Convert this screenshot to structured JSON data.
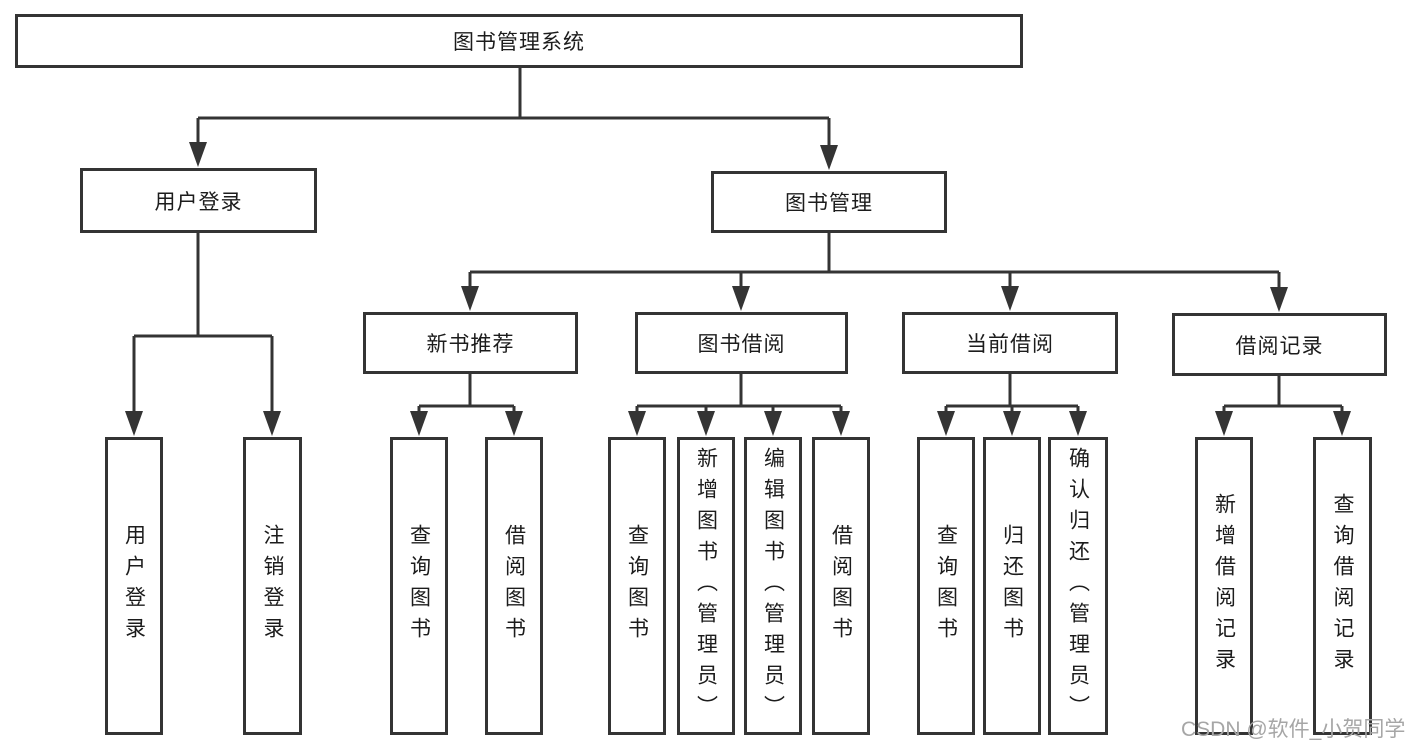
{
  "tree": {
    "root": {
      "label": "图书管理系统"
    },
    "branches": [
      {
        "label": "用户登录",
        "children": [
          {
            "label": "用户登录"
          },
          {
            "label": "注销登录"
          }
        ]
      },
      {
        "label": "图书管理",
        "children": [
          {
            "label": "新书推荐",
            "children": [
              {
                "label": "查询图书"
              },
              {
                "label": "借阅图书"
              }
            ]
          },
          {
            "label": "图书借阅",
            "children": [
              {
                "label": "查询图书"
              },
              {
                "label": "新增图书（管理员）"
              },
              {
                "label": "编辑图书（管理员）"
              },
              {
                "label": "借阅图书"
              }
            ]
          },
          {
            "label": "当前借阅",
            "children": [
              {
                "label": "查询图书"
              },
              {
                "label": "归还图书"
              },
              {
                "label": "确认归还（管理员）"
              }
            ]
          },
          {
            "label": "借阅记录",
            "children": [
              {
                "label": "新增借阅记录"
              },
              {
                "label": "查询借阅记录"
              }
            ]
          }
        ]
      }
    ]
  },
  "watermark": "CSDN @软件_小贺同学",
  "colors": {
    "line": "#343434",
    "text": "#1c1c1c",
    "watermark": "#a6a6a6",
    "background": "#ffffff"
  }
}
